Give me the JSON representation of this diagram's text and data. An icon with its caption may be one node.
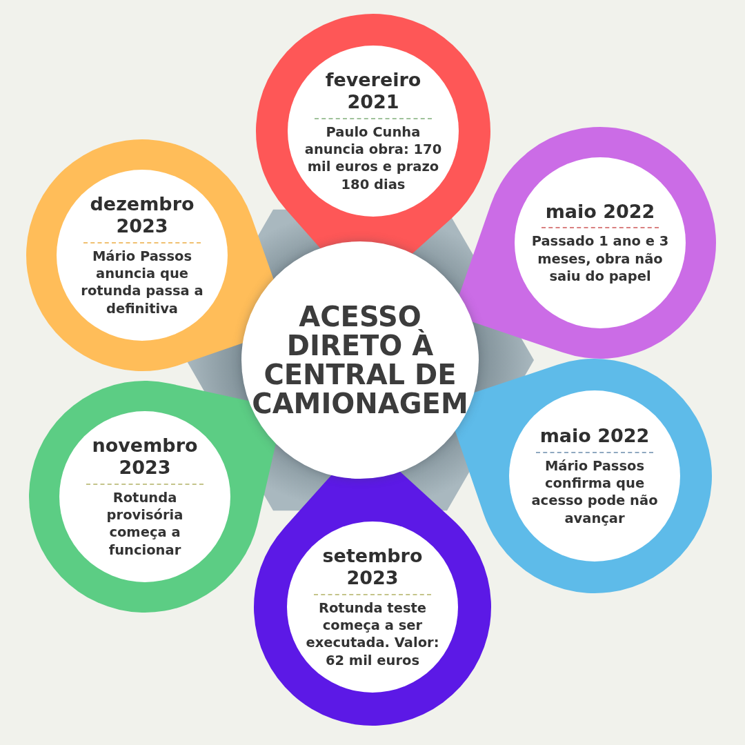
{
  "diagram": {
    "nodes": [
      {
        "text": [
          "ACESSO DIRETO À CENTRAL DE CAMIONAGEM"
        ]
      },
      {
        "text": [
          "fevereiro 2021",
          "Paulo Cunha anuncia obra: 170 mil euros e prazo 180 dias"
        ]
      },
      {
        "text": [
          "maio 2022",
          "Passado 1 ano e 3 meses, obra não saiu do papel"
        ]
      },
      {
        "text": [
          "maio 2022",
          "Mário Passos confirma que acesso pode não avançar"
        ]
      },
      {
        "text": [
          "setembro 2023",
          "Rotunda teste começa a ser executada. Valor: 62 mil euros"
        ]
      },
      {
        "text": [
          "novembro 2023",
          "Rotunda provisória começa a funcionar"
        ]
      },
      {
        "text": [
          "dezembro 2023",
          "Mário Passos anuncia que rotunda passa a definitiva"
        ]
      }
    ]
  }
}
